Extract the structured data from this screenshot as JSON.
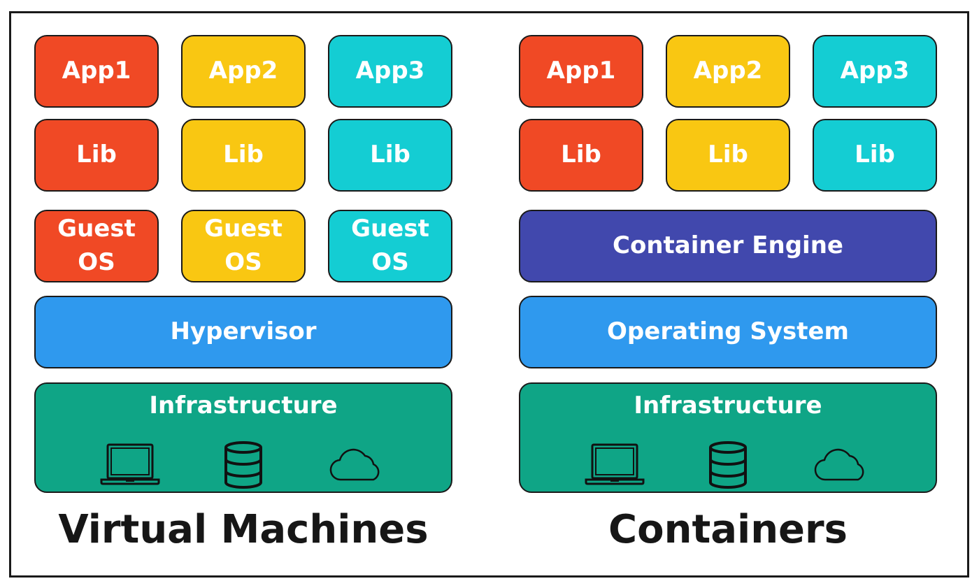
{
  "virtual_machines": {
    "caption": "Virtual Machines",
    "apps": [
      "App1",
      "App2",
      "App3"
    ],
    "libs": [
      "Lib",
      "Lib",
      "Lib"
    ],
    "guest_os": [
      "Guest OS",
      "Guest OS",
      "Guest OS"
    ],
    "hypervisor": "Hypervisor",
    "infrastructure": "Infrastructure",
    "infrastructure_icons": [
      "laptop-icon",
      "database-icon",
      "cloud-icon"
    ]
  },
  "containers": {
    "caption": "Containers",
    "apps": [
      "App1",
      "App2",
      "App3"
    ],
    "libs": [
      "Lib",
      "Lib",
      "Lib"
    ],
    "container_engine": "Container Engine",
    "operating_system": "Operating System",
    "infrastructure": "Infrastructure",
    "infrastructure_icons": [
      "laptop-icon",
      "database-icon",
      "cloud-icon"
    ]
  },
  "colors": {
    "app1": "#f04925",
    "app2": "#f9c712",
    "app3": "#14cdd3",
    "container_engine": "#4148ad",
    "hypervisor_os": "#2f99ee",
    "infrastructure": "#0fa586"
  }
}
